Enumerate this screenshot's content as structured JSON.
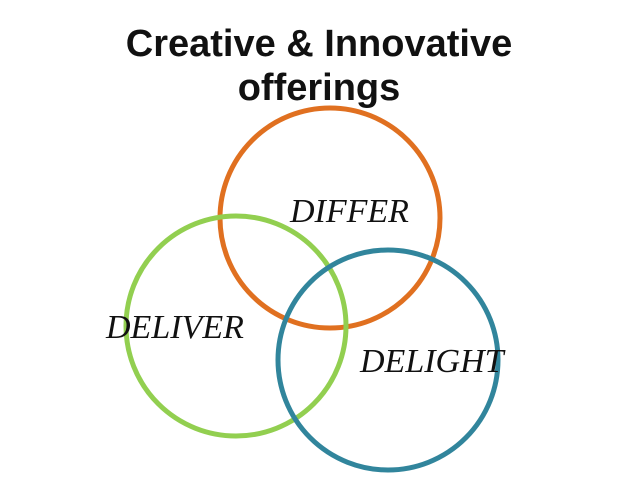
{
  "slide": {
    "title_line1": "Creative & Innovative",
    "title_line2": "offerings"
  },
  "diagram": {
    "circles": [
      {
        "label": "DIFFER",
        "color": "#e07020"
      },
      {
        "label": "DELIVER",
        "color": "#92cf50"
      },
      {
        "label": "DELIGHT",
        "color": "#31859c"
      }
    ]
  }
}
